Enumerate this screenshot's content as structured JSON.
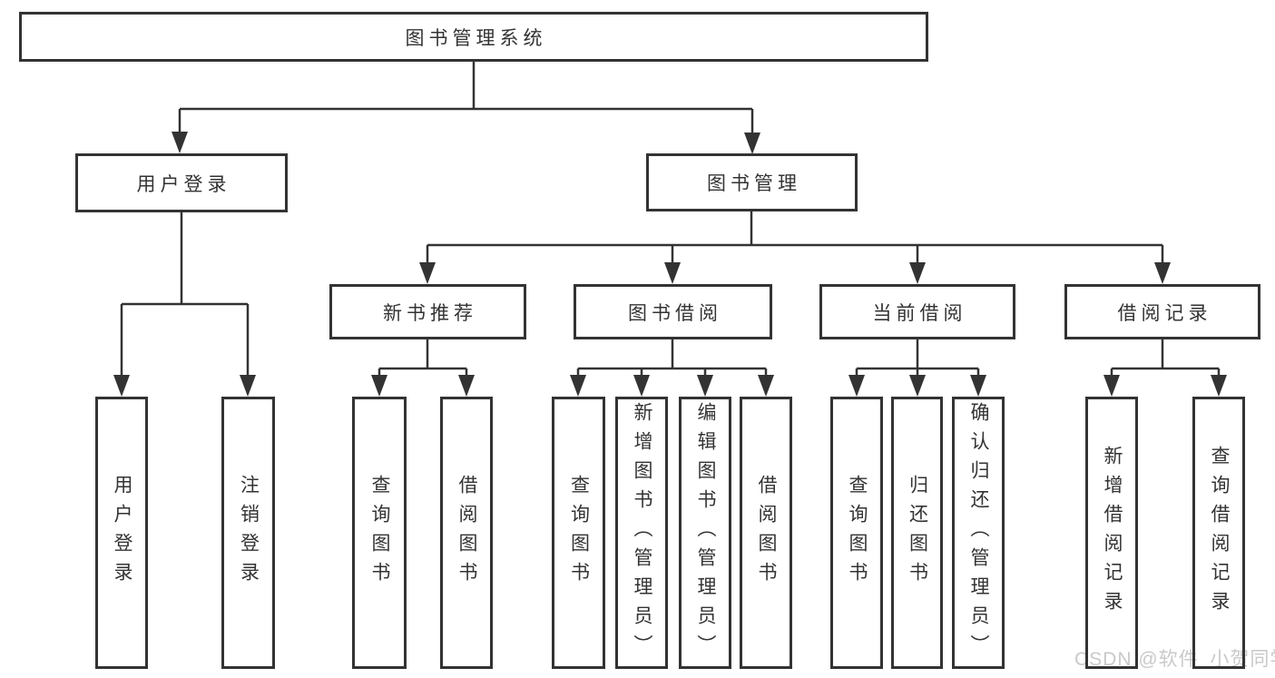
{
  "diagram": {
    "title": "图书管理系统",
    "watermark": "CSDN @软件_小贺同学",
    "colors": {
      "line": "#333333",
      "box_border": "#333333",
      "text": "#333333",
      "background": "#ffffff",
      "watermark": "#c9c9c9"
    }
  },
  "nodes": {
    "root": "图书管理系统",
    "user_login": "用户登录",
    "book_mgmt": "图书管理",
    "new_book_rec": "新书推荐",
    "book_borrow": "图书借阅",
    "current_borrow": "当前借阅",
    "borrow_record": "借阅记录"
  },
  "leaves": {
    "user_login_group": [
      "用户登录",
      "注销登录"
    ],
    "new_book_rec_group": [
      "查询图书",
      "借阅图书"
    ],
    "book_borrow_group": [
      "查询图书",
      "新增图书（管理员）",
      "编辑图书（管理员）",
      "借阅图书"
    ],
    "current_borrow_group": [
      "查询图书",
      "归还图书",
      "确认归还（管理员）"
    ],
    "borrow_record_group": [
      "新增借阅记录",
      "查询借阅记录"
    ]
  }
}
